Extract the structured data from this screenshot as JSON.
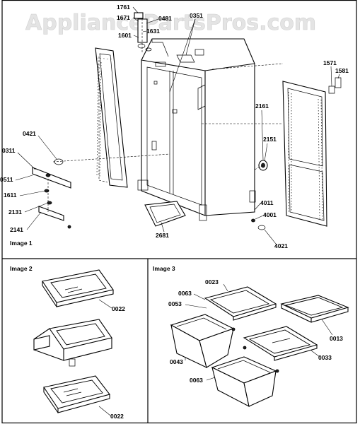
{
  "watermark": "AppliancePartsPros.com",
  "panels": {
    "image1": {
      "title": "Image 1",
      "labels": [
        "1761",
        "1671",
        "0481",
        "0351",
        "1631",
        "1601",
        "1571",
        "1581",
        "0421",
        "2161",
        "2151",
        "0311",
        "0511",
        "1611",
        "2131",
        "2141",
        "2681",
        "4011",
        "4001",
        "4021"
      ]
    },
    "image2": {
      "title": "Image 2",
      "labels": [
        "0022",
        "0022"
      ]
    },
    "image3": {
      "title": "Image 3",
      "labels": [
        "0023",
        "0063",
        "0053",
        "0013",
        "0043",
        "0033",
        "0063"
      ]
    }
  }
}
